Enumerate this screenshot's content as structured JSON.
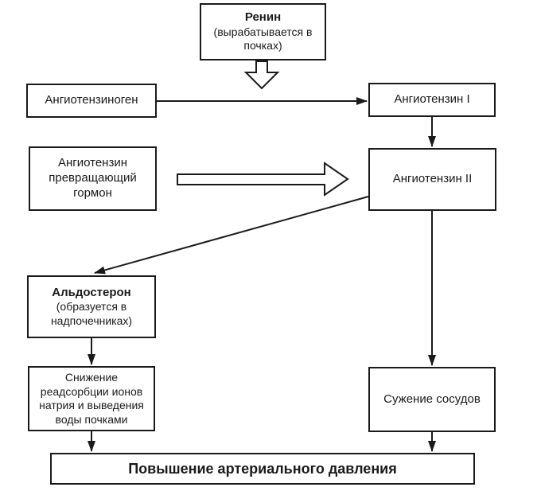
{
  "diagram": {
    "background": "#ffffff",
    "line_color": "#1a1a1a",
    "nodes": {
      "renin": {
        "title": "Ренин",
        "subtitle": "(вырабатывается в почках)"
      },
      "angiotensinogen": {
        "label": "Ангиотензиноген"
      },
      "angiotensin_i": {
        "label": "Ангиотензин I"
      },
      "ace": {
        "label": "Ангиотензин превращающий гормон"
      },
      "angiotensin_ii": {
        "label": "Ангиотензин II"
      },
      "aldosterone": {
        "title": "Альдостерон",
        "subtitle": "(образуется в надпочечниках)"
      },
      "sodium_reabsorption": {
        "label": "Снижение реадсорбции ионов натрия и выведения воды почками"
      },
      "vasoconstriction": {
        "label": "Сужение сосудов"
      },
      "blood_pressure": {
        "label": "Повышение артериального давления"
      }
    }
  }
}
